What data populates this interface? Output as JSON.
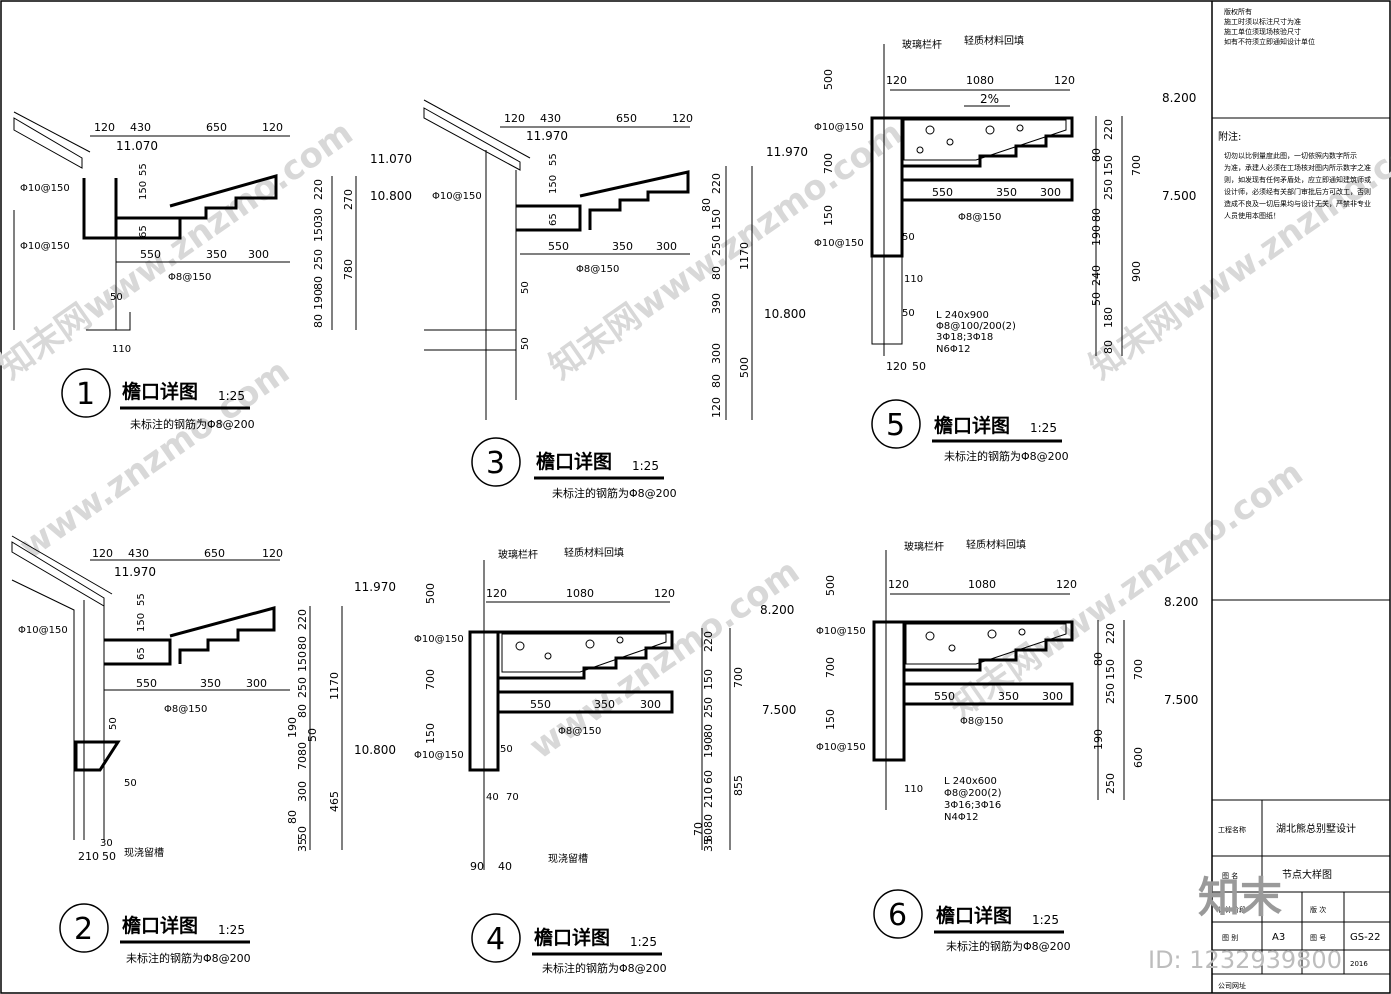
{
  "details": [
    {
      "num": "1",
      "title": "檐口详图",
      "scale": "1:25",
      "note": "未标注的钢筋为Φ8@200",
      "top_dims": [
        "120",
        "430",
        "650",
        "120"
      ],
      "levels": [
        "11.070",
        "11.070",
        "10.800"
      ],
      "bottom_dims": [
        "550",
        "350",
        "300"
      ],
      "rebars": [
        "Φ10@150",
        "Φ10@150",
        "Φ8@150"
      ],
      "side_dims": [
        "220",
        "270",
        "780",
        "30",
        "150",
        "250",
        "80",
        "190",
        "80"
      ],
      "small": [
        "55",
        "150",
        "65",
        "50",
        "110"
      ]
    },
    {
      "num": "2",
      "title": "檐口详图",
      "scale": "1:25",
      "note": "未标注的钢筋为Φ8@200",
      "top_dims": [
        "120",
        "430",
        "650",
        "120"
      ],
      "levels": [
        "11.970",
        "11.970",
        "10.800"
      ],
      "bottom_dims": [
        "550",
        "350",
        "300",
        "210",
        "50"
      ],
      "rebars": [
        "Φ10@150",
        "Φ8@150"
      ],
      "side_dims": [
        "220",
        "80",
        "150",
        "1170",
        "250",
        "80",
        "190",
        "50",
        "80",
        "70",
        "465",
        "300",
        "80",
        "50",
        "35"
      ],
      "small": [
        "55",
        "150",
        "65",
        "50",
        "50",
        "30"
      ],
      "label": "现浇留槽"
    },
    {
      "num": "3",
      "title": "檐口详图",
      "scale": "1:25",
      "note": "未标注的钢筋为Φ8@200",
      "top_dims": [
        "120",
        "430",
        "650",
        "120"
      ],
      "levels": [
        "11.970",
        "11.970",
        "10.800"
      ],
      "bottom_dims": [
        "550",
        "350",
        "300"
      ],
      "rebars": [
        "Φ10@150",
        "Φ8@150"
      ],
      "side_dims": [
        "220",
        "80",
        "150",
        "1170",
        "250",
        "80",
        "390",
        "300",
        "500",
        "80",
        "120"
      ],
      "small": [
        "55",
        "150",
        "65",
        "50",
        "50"
      ]
    },
    {
      "num": "4",
      "title": "檐口详图",
      "scale": "1:25",
      "note": "未标注的钢筋为Φ8@200",
      "top_labels": [
        "玻璃栏杆",
        "轻质材料回填"
      ],
      "top_dims": [
        "500",
        "120",
        "1080",
        "120"
      ],
      "levels": [
        "8.200",
        "7.500"
      ],
      "bottom_dims": [
        "550",
        "350",
        "300",
        "90",
        "40"
      ],
      "rebars": [
        "Φ10@150",
        "Φ8@150",
        "Φ10@150"
      ],
      "side_dims": [
        "220",
        "700",
        "150",
        "250",
        "80",
        "190",
        "60",
        "855",
        "210",
        "80",
        "70",
        "80",
        "35"
      ],
      "small": [
        "700",
        "150",
        "40",
        "70",
        "50"
      ],
      "label": "现浇留槽"
    },
    {
      "num": "5",
      "title": "檐口详图",
      "scale": "1:25",
      "note": "未标注的钢筋为Φ8@200",
      "top_labels": [
        "玻璃栏杆",
        "轻质材料回填"
      ],
      "top_dims": [
        "500",
        "120",
        "1080",
        "120"
      ],
      "slope": "2%",
      "levels": [
        "8.200",
        "7.500"
      ],
      "bottom_dims": [
        "550",
        "350",
        "300",
        "120",
        "50"
      ],
      "rebars": [
        "Φ10@150",
        "Φ8@150",
        "Φ10@150"
      ],
      "side_dims": [
        "220",
        "700",
        "80",
        "150",
        "250",
        "80",
        "190",
        "240",
        "900",
        "50",
        "180",
        "80"
      ],
      "small": [
        "700",
        "150",
        "50",
        "110",
        "50"
      ],
      "beam": [
        "L 240x900",
        "Φ8@100/200(2)",
        "3Φ18;3Φ18",
        "N6Φ12"
      ]
    },
    {
      "num": "6",
      "title": "檐口详图",
      "scale": "1:25",
      "note": "未标注的钢筋为Φ8@200",
      "top_labels": [
        "玻璃栏杆",
        "轻质材料回填"
      ],
      "top_dims": [
        "500",
        "120",
        "1080",
        "120"
      ],
      "levels": [
        "8.200",
        "7.500"
      ],
      "bottom_dims": [
        "550",
        "350",
        "300"
      ],
      "rebars": [
        "Φ10@150",
        "Φ8@150",
        "Φ10@150"
      ],
      "side_dims": [
        "220",
        "700",
        "80",
        "150",
        "250",
        "190",
        "600",
        "250"
      ],
      "small": [
        "700",
        "150",
        "110"
      ],
      "beam": [
        "L 240x600",
        "Φ8@200(2)",
        "3Φ16;3Φ16",
        "N4Φ12"
      ]
    }
  ],
  "titleblock": {
    "copyright": [
      "版权所有",
      "施工时须以标注尺寸为准",
      "施工单位须现场核验尺寸",
      "如有不符须立即通知设计单位"
    ],
    "note_heading": "附注:",
    "note_text": [
      "切勿以比例量度此图，一切依照内数字所示",
      "为准，承建人必须在工场核对图内所示数字之准",
      "则，如发现有任何矛盾处，应立即通知建筑师或",
      "设计师，必须经有关部门审批后方可改工，否则",
      "造成不良及一切后果均与设计无关，严禁非专业",
      "人员使用本图纸！"
    ],
    "project_label": "工程名称",
    "project_name": "湖北熊总别墅设计",
    "drawing_name_label": "图 名",
    "drawing_name": "节点大样图",
    "row_labels": [
      "设计阶段",
      "版 次"
    ],
    "size_label": "图 别",
    "size": "A3",
    "no_label": "图 号",
    "no": "GS-22",
    "date": "2016",
    "address_label": "公司网址"
  },
  "watermarks": [
    "知末网www.znzmo.com",
    "知末网www.znzmo.com",
    "www.znzmo.com",
    "www.znzmo.com",
    "知末网www.znzmo.com",
    "知末网www.znzmo.com"
  ],
  "brand": {
    "logo": "知末",
    "id": "ID: 1232939800"
  }
}
